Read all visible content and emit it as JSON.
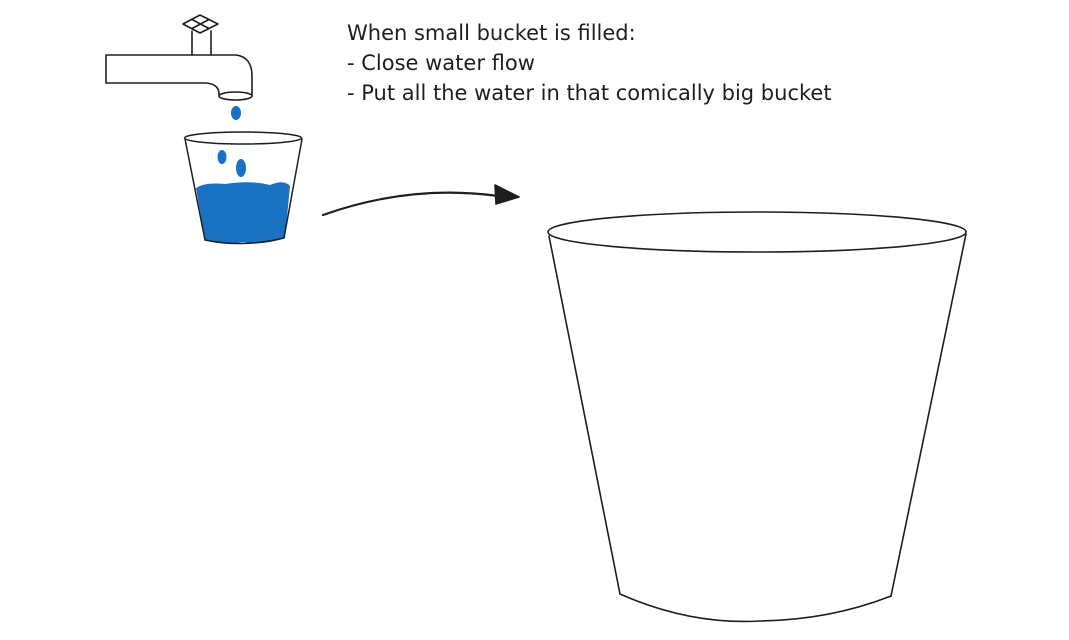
{
  "note": {
    "heading": "When small bucket is filled:",
    "step_1": "- Close water flow",
    "step_2": "- Put all the water in that comically big bucket"
  },
  "colors": {
    "stroke": "#1e1e1e",
    "water": "#1971c2",
    "background": "#ffffff"
  },
  "icons": {
    "faucet": "faucet-icon",
    "small_bucket": "small-bucket-icon",
    "big_bucket": "big-bucket-icon",
    "arrow": "arrow-right-icon"
  }
}
